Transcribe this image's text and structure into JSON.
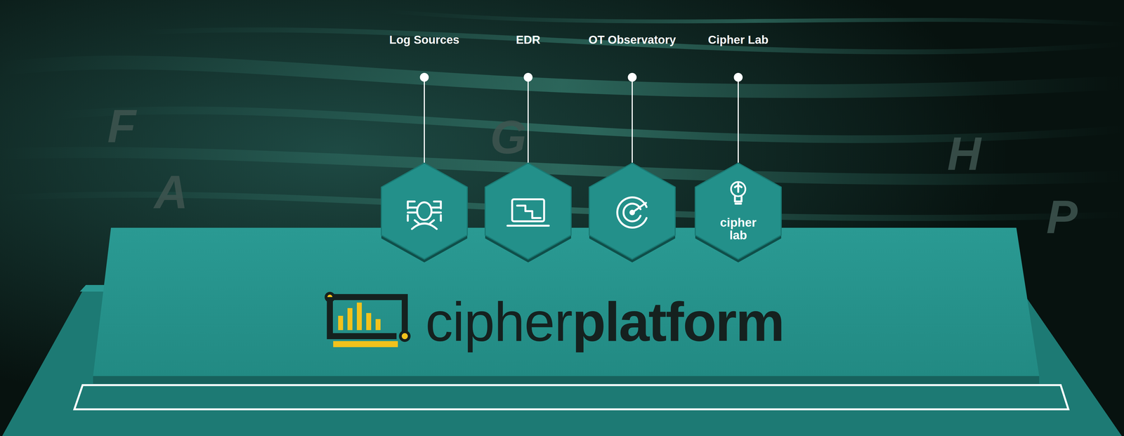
{
  "diagram": {
    "nodes": [
      {
        "text": [
          "Log Sources"
        ]
      },
      {
        "text": [
          "EDR"
        ]
      },
      {
        "text": [
          "OT Observatory"
        ]
      },
      {
        "text": [
          "Cipher Lab",
          "cipher lab"
        ]
      },
      {
        "text": [
          "cipher",
          "platform"
        ]
      }
    ],
    "labels": [
      "F",
      "A",
      "G",
      "H",
      "P"
    ]
  }
}
